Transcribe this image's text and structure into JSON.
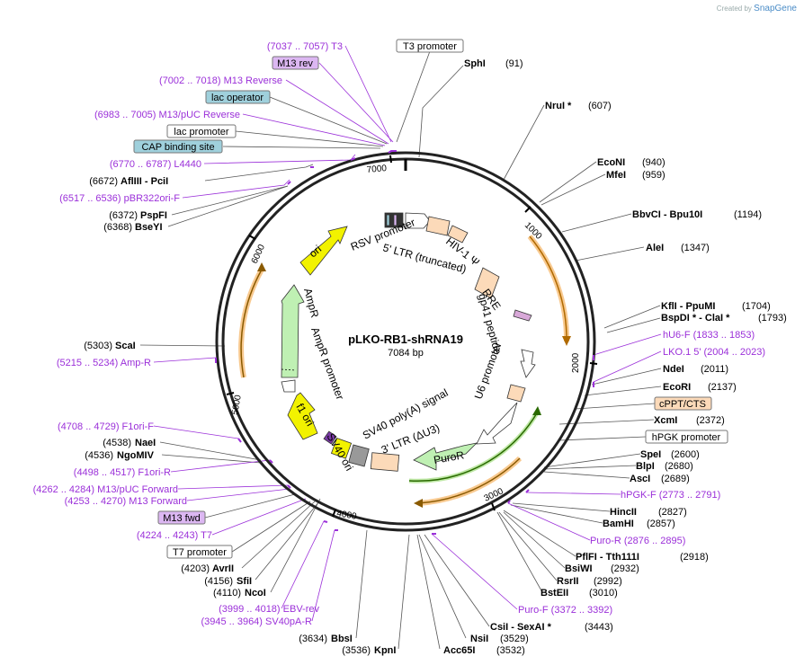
{
  "brand": {
    "created_by": "Created by",
    "name": "SnapGene"
  },
  "plasmid": {
    "name": "pLKO-RB1-shRNA19",
    "length_label": "7084 bp",
    "length": 7084
  },
  "ticks": [
    "1000",
    "2000",
    "3000",
    "4000",
    "5000",
    "6000",
    "7000"
  ],
  "colors": {
    "primer": "#9b30d9",
    "feature_box_blue": "#9fd0dc",
    "feature_box_purple": "#dcb7f2",
    "feature_box_orange": "#fcdab9",
    "ring": "#222222"
  },
  "features": [
    {
      "label": "RSV promoter"
    },
    {
      "label": "5' LTR (truncated)"
    },
    {
      "label": "HIV-1 Ψ"
    },
    {
      "label": "RRE"
    },
    {
      "label": "gp41 peptide"
    },
    {
      "label": "U6 promoter"
    },
    {
      "label": "SV40 poly(A) signal"
    },
    {
      "label": "3' LTR (ΔU3)"
    },
    {
      "label": "PuroR"
    },
    {
      "label": "SV40 ori"
    },
    {
      "label": "f1 ori"
    },
    {
      "label": "AmpR promoter"
    },
    {
      "label": "AmpR"
    },
    {
      "label": "ori"
    }
  ],
  "labels": [
    {
      "kind": "primer",
      "text": "(7037 .. 7057)  T3"
    },
    {
      "kind": "box-purple",
      "text": "M13 rev"
    },
    {
      "kind": "box-white",
      "text": "T3 promoter"
    },
    {
      "kind": "enzyme",
      "name": "SphI",
      "pos": "(91)"
    },
    {
      "kind": "primer",
      "text": "(7002 .. 7018)  M13 Reverse"
    },
    {
      "kind": "box-blue",
      "text": "lac operator"
    },
    {
      "kind": "enzyme",
      "name": "NruI *",
      "pos": "(607)"
    },
    {
      "kind": "primer",
      "text": "(6983 .. 7005)  M13/pUC Reverse"
    },
    {
      "kind": "box-white",
      "text": "lac promoter"
    },
    {
      "kind": "box-blue",
      "text": "CAP binding site"
    },
    {
      "kind": "primer",
      "text": "(6770 .. 6787)  L4440"
    },
    {
      "kind": "enzyme",
      "name": "EcoNI",
      "pos": "(940)"
    },
    {
      "kind": "enzyme",
      "name": "MfeI",
      "pos": "(959)"
    },
    {
      "kind": "enzyme",
      "name": "AflIII   - PciI",
      "pos": "(6672)"
    },
    {
      "kind": "primer",
      "text": "(6517 .. 6536)  pBR322ori-F"
    },
    {
      "kind": "enzyme",
      "name": "BbvCI   - Bpu10I",
      "pos": "(1194)"
    },
    {
      "kind": "enzyme",
      "name": "PspFI",
      "pos": "(6372)"
    },
    {
      "kind": "enzyme",
      "name": "BseYI",
      "pos": "(6368)"
    },
    {
      "kind": "enzyme",
      "name": "AleI",
      "pos": "(1347)"
    },
    {
      "kind": "enzyme",
      "name": "KflI   - PpuMI",
      "pos": "(1704)"
    },
    {
      "kind": "enzyme",
      "name": "BspDI *  - ClaI *",
      "pos": "(1793)"
    },
    {
      "kind": "primer",
      "text": "hU6-F    (1833 .. 1853)"
    },
    {
      "kind": "primer",
      "text": "LKO.1 5'    (2004 .. 2023)"
    },
    {
      "kind": "enzyme",
      "name": "ScaI",
      "pos": "(5303)"
    },
    {
      "kind": "primer",
      "text": "(5215 .. 5234)  Amp-R"
    },
    {
      "kind": "enzyme",
      "name": "NdeI",
      "pos": "(2011)"
    },
    {
      "kind": "enzyme",
      "name": "EcoRI",
      "pos": "(2137)"
    },
    {
      "kind": "box-orange",
      "text": "cPPT/CTS"
    },
    {
      "kind": "enzyme",
      "name": "XcmI",
      "pos": "(2372)"
    },
    {
      "kind": "primer",
      "text": "(4708 .. 4729)  F1ori-F"
    },
    {
      "kind": "box-white",
      "text": "hPGK promoter"
    },
    {
      "kind": "enzyme",
      "name": "NaeI",
      "pos": "(4538)"
    },
    {
      "kind": "enzyme",
      "name": "NgoMIV",
      "pos": "(4536)"
    },
    {
      "kind": "enzyme",
      "name": "SpeI",
      "pos": "(2600)"
    },
    {
      "kind": "enzyme",
      "name": "BlpI",
      "pos": "(2680)"
    },
    {
      "kind": "primer",
      "text": "(4498 .. 4517)  F1ori-R"
    },
    {
      "kind": "enzyme",
      "name": "AscI",
      "pos": "(2689)"
    },
    {
      "kind": "primer",
      "text": "(4262 .. 4284)  M13/pUC Forward"
    },
    {
      "kind": "primer",
      "text": "(4253 .. 4270)  M13 Forward"
    },
    {
      "kind": "primer",
      "text": "hPGK-F    (2773 .. 2791)"
    },
    {
      "kind": "enzyme",
      "name": "HincII",
      "pos": "(2827)"
    },
    {
      "kind": "box-purple",
      "text": "M13 fwd"
    },
    {
      "kind": "enzyme",
      "name": "BamHI",
      "pos": "(2857)"
    },
    {
      "kind": "primer",
      "text": "(4224 .. 4243)  T7"
    },
    {
      "kind": "primer",
      "text": "Puro-R    (2876 .. 2895)"
    },
    {
      "kind": "box-white",
      "text": "T7 promoter"
    },
    {
      "kind": "enzyme",
      "name": "PflFI   - Tth111I",
      "pos": "(2918)"
    },
    {
      "kind": "enzyme",
      "name": "AvrII",
      "pos": "(4203)"
    },
    {
      "kind": "enzyme",
      "name": "BsiWI",
      "pos": "(2932)"
    },
    {
      "kind": "enzyme",
      "name": "SfiI",
      "pos": "(4156)"
    },
    {
      "kind": "enzyme",
      "name": "RsrII",
      "pos": "(2992)"
    },
    {
      "kind": "enzyme",
      "name": "NcoI",
      "pos": "(4110)"
    },
    {
      "kind": "enzyme",
      "name": "BstEII",
      "pos": "(3010)"
    },
    {
      "kind": "primer",
      "text": "(3999 .. 4018)  EBV-rev"
    },
    {
      "kind": "primer",
      "text": "Puro-F    (3372 .. 3392)"
    },
    {
      "kind": "primer",
      "text": "(3945 .. 3964)  SV40pA-R"
    },
    {
      "kind": "enzyme",
      "name": "CsiI   - SexAI *",
      "pos": "(3443)"
    },
    {
      "kind": "enzyme",
      "name": "BbsI",
      "pos": "(3634)"
    },
    {
      "kind": "enzyme",
      "name": "NsiI",
      "pos": "(3529)"
    },
    {
      "kind": "enzyme",
      "name": "KpnI",
      "pos": "(3536)"
    },
    {
      "kind": "enzyme",
      "name": "Acc65I",
      "pos": "(3532)"
    }
  ]
}
